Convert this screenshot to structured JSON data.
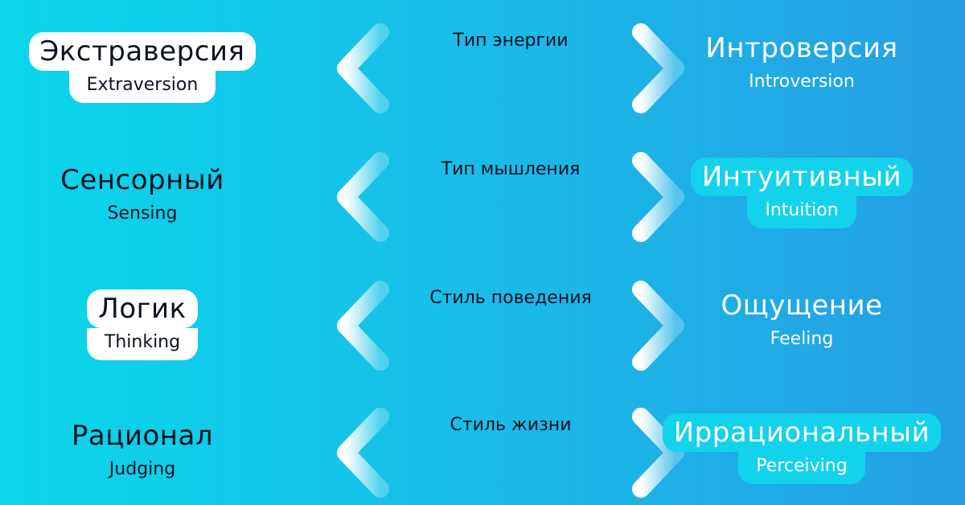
{
  "rows": [
    {
      "left_ru": "Экстраверсия",
      "left_en": "Extraversion",
      "right_ru": "Интроверсия",
      "right_en": "Introversion",
      "label": "Тип энергии"
    },
    {
      "left_ru": "Сенсорный",
      "left_en": "Sensing",
      "right_ru": "Интуитивный",
      "right_en": "Intuition",
      "label": "Тип мышления"
    },
    {
      "left_ru": "Логик",
      "left_en": "Thinking",
      "right_ru": "Ощущение",
      "right_en": "Feeling",
      "label": "Стиль поведения"
    },
    {
      "left_ru": "Рационал",
      "left_en": "Judging",
      "right_ru": "Иррациональный",
      "right_en": "Perceiving",
      "label": "Стиль жизни"
    }
  ],
  "colors": {
    "background_start": "#0ad6ea",
    "background_end": "#259ee4",
    "highlight_white": "#ffffff",
    "highlight_cyan": "#13d2ec"
  }
}
